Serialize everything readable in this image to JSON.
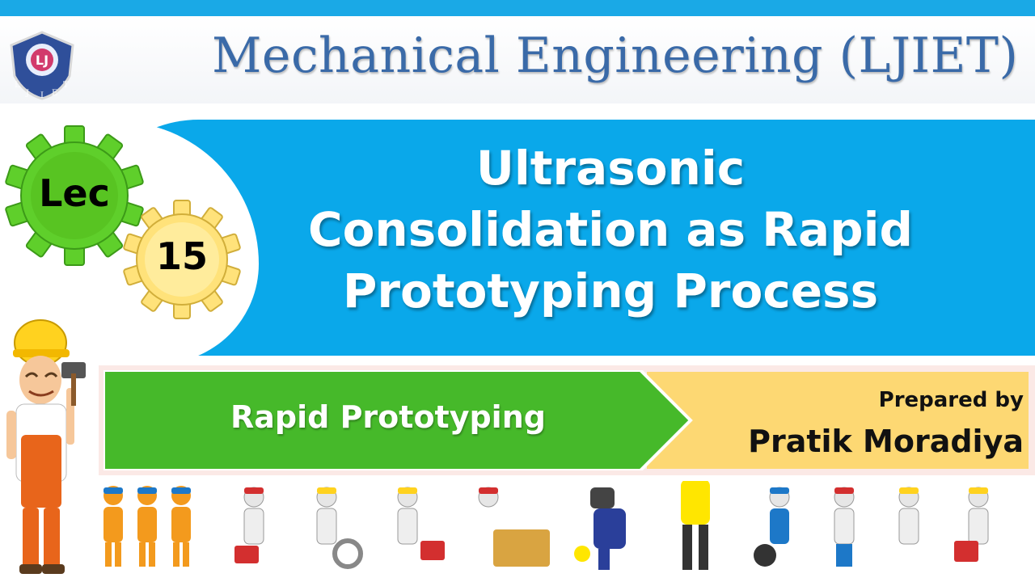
{
  "header": {
    "title": "Mechanical Engineering (LJIET)",
    "logo_letters": [
      "L",
      "J",
      "I",
      "E",
      "T"
    ]
  },
  "lecture": {
    "badge_top": "Lec",
    "badge_number": "15",
    "title_lines": [
      "Ultrasonic",
      "Consolidation as Rapid",
      "Prototyping Process"
    ]
  },
  "subject": {
    "label": "Rapid Prototyping"
  },
  "author": {
    "prepared_label": "Prepared by",
    "name": "Pratik Moradiya"
  },
  "colors": {
    "accent_blue": "#0aa8ea",
    "title_blue": "#3a6aa8",
    "green": "#46b92a",
    "yellow": "#fdd873",
    "gear_green": "#5fcf2b",
    "gear_yellow": "#ffe27a"
  },
  "icons": [
    "college-logo",
    "gear-green",
    "gear-yellow",
    "worker-mascot",
    "worker-figures"
  ]
}
